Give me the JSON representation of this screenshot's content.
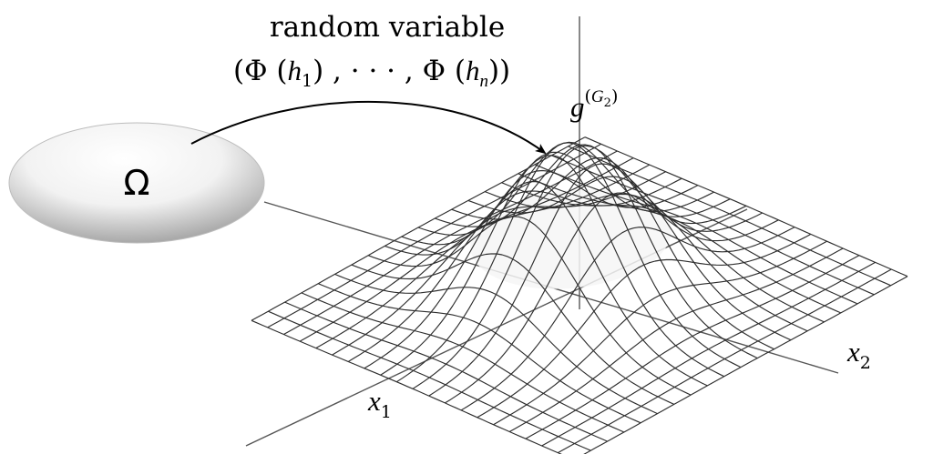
{
  "caption": {
    "line1": "random variable",
    "tuple_open": "(",
    "phi1": "Φ",
    "h1_base": "h",
    "h1_sub": "1",
    "sep1": ") , · · · , ",
    "phin": "Φ",
    "hn_base": "h",
    "hn_sub": "n",
    "tuple_close": "))"
  },
  "sample_space": {
    "label": "Ω"
  },
  "density": {
    "symbol": "g",
    "superscript_open": "(",
    "superscript_base": "G",
    "superscript_sub": "2",
    "superscript_close": ")"
  },
  "axes": {
    "x1": {
      "base": "x",
      "sub": "1"
    },
    "x2": {
      "base": "x",
      "sub": "2"
    }
  },
  "colors": {
    "mesh": "#2e2e2e",
    "axis": "#555555",
    "disk": "#e6e6e6"
  }
}
